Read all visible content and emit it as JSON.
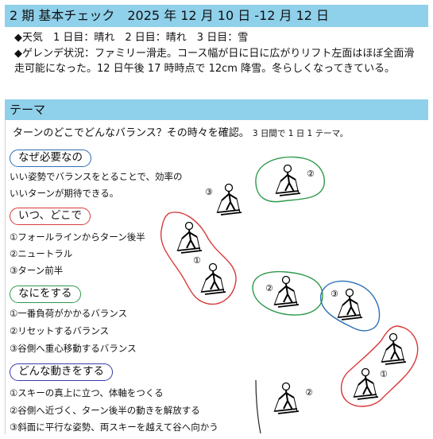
{
  "title": "2 期 基本チェック　2025 年 12 月 10 日 -12 月 12 日",
  "weather": "◆天気　1 日目：晴れ　2 日目：晴れ　3 日目：雪",
  "slope": "◆ゲレンデ状況：ファミリー滑走。コース幅が日に日に広がりリフト左面はほぼ全面滑走可能になった。12 日午後 17 時時点で 12cm 降雪。冬らしくなってきている。",
  "theme_heading": "テーマ",
  "theme_main": "ターンのどこでどんなバランス？その時々を確認。",
  "theme_note": "3 日間で 1 日 1 テーマ。",
  "sections": [
    {
      "label": "なぜ必要なの",
      "color": "#2c6fb5",
      "items": [
        "いい姿勢でバランスをとることで、効率の",
        "いいターンが期待できる。"
      ]
    },
    {
      "label": "いつ、どこで",
      "color": "#d83a3a",
      "items": [
        "①フォールラインからターン後半",
        "②ニュートラル",
        "③ターン前半"
      ]
    },
    {
      "label": "なにをする",
      "color": "#2e9a4a",
      "items": [
        "①一番負荷がかかるバランス",
        "②リセットするバランス",
        "③谷側へ重心移動するバランス"
      ]
    },
    {
      "label": "どんな動きをする",
      "color": "#3a3aa8",
      "items": [
        "①スキーの真上に立つ、体軸をつくる",
        "②谷側へ近づく、ターン後半の動きを解放する",
        "③斜面に平行な姿勢、両スキーを越えて谷へ向かう"
      ]
    }
  ],
  "figure_labels": {
    "one": "①",
    "two": "②",
    "three": "③"
  }
}
